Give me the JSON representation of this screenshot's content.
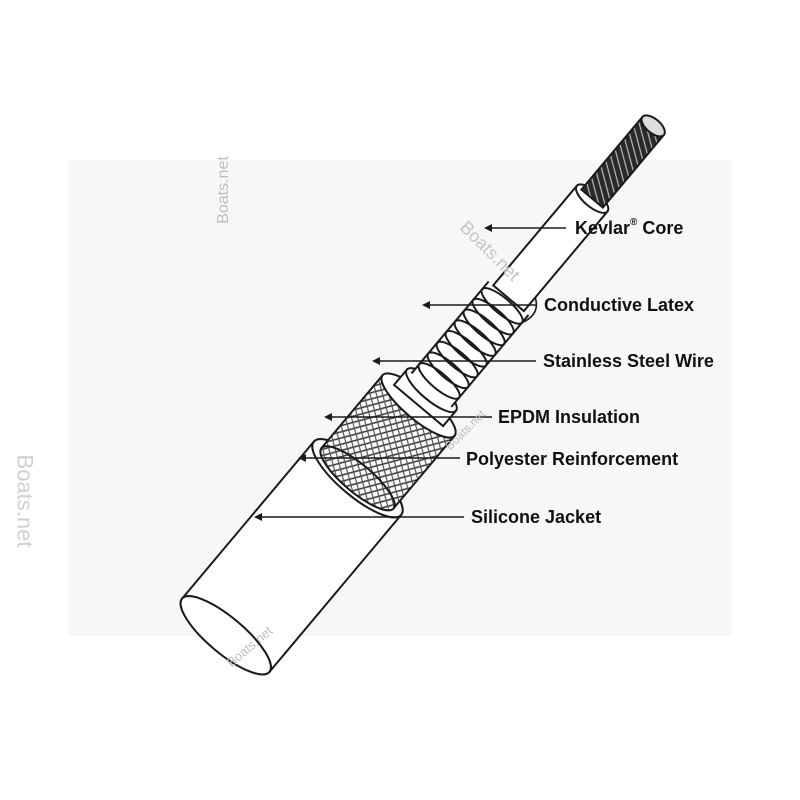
{
  "labels": {
    "kevlar_core": "Kevlar",
    "kevlar_reg": "®",
    "kevlar_core_suffix": " Core",
    "conductive_latex": "Conductive Latex",
    "stainless_steel_wire": "Stainless Steel Wire",
    "epdm_insulation": "EPDM Insulation",
    "polyester_reinforcement": "Polyester Reinforcement",
    "silicone_jacket": "Silicone Jacket"
  },
  "watermarks": {
    "text": "Boats.net"
  },
  "colors": {
    "line": "#1a1a1a",
    "panel": "#f7f7f7",
    "watermark": "#bdbdbd"
  }
}
